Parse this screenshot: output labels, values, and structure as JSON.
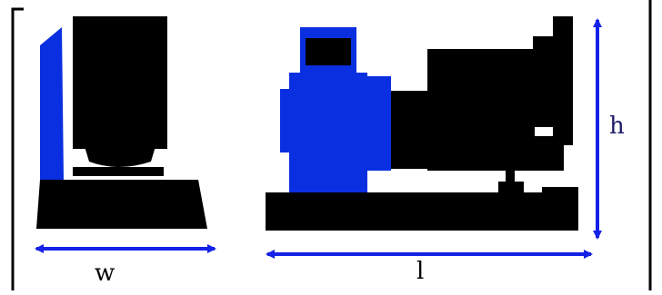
{
  "labels": {
    "width": "w",
    "length": "l",
    "height": "h"
  },
  "colors": {
    "body": "#000000",
    "accent": "#0a2fe0",
    "arrow": "#1421e6",
    "background": "#ffffff"
  }
}
